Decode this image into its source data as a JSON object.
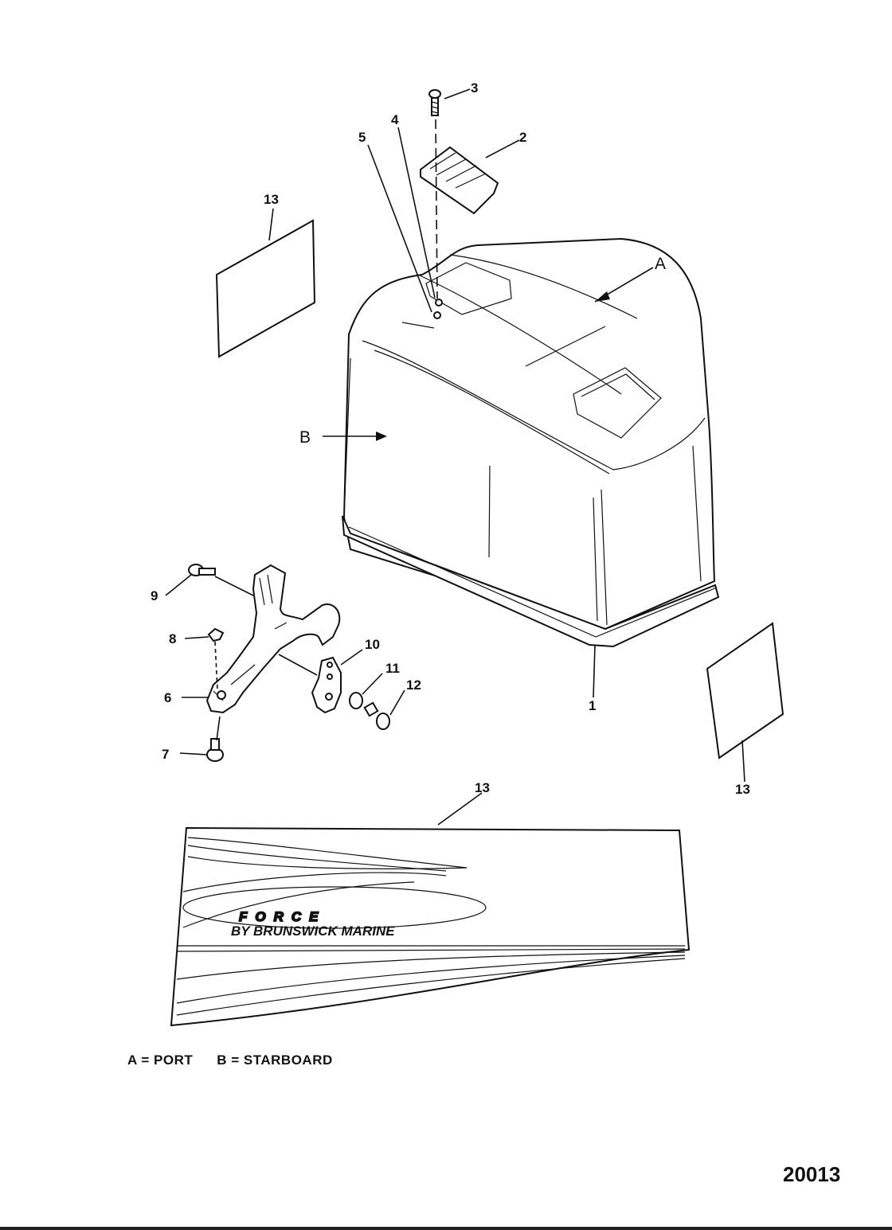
{
  "callouts": {
    "c1": "1",
    "c2": "2",
    "c3": "3",
    "c4": "4",
    "c5": "5",
    "c6": "6",
    "c7": "7",
    "c8": "8",
    "c9": "9",
    "c10": "10",
    "c11": "11",
    "c12": "12",
    "c13a": "13",
    "c13b": "13",
    "c13c": "13"
  },
  "views": {
    "a": "A",
    "b": "B"
  },
  "legend": {
    "port": "A = PORT",
    "starboard": "B = STARBOARD"
  },
  "decal_text": {
    "brand": "FORCE",
    "sub": "BY BRUNSWICK MARINE"
  },
  "figure_number": "20013"
}
